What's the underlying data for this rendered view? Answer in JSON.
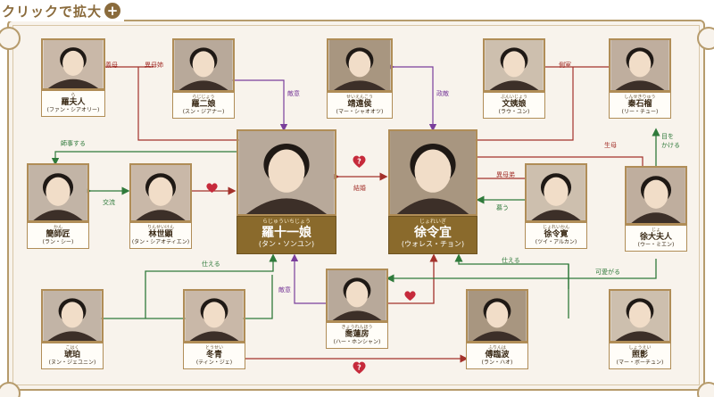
{
  "header": {
    "title": "クリックで拡大",
    "zoom_icon": "+"
  },
  "colors": {
    "red": "#a3312b",
    "green": "#2f7a3b",
    "purple": "#7a3e9b",
    "gold": "#b08d57",
    "frame": "#b69b6c"
  },
  "people": {
    "luo_furen": {
      "ruby": "ら",
      "name": "羅夫人",
      "reading": "(ファン・シアオリー)"
    },
    "luo_erniang": {
      "ruby": "らじじょう",
      "name": "羅二娘",
      "reading": "(スン・ジアナー)"
    },
    "jing_yuanhou": {
      "ruby": "せいえんこう",
      "name": "靖遠侯",
      "reading": "(マー・シャオオツ)"
    },
    "wen_yiniang": {
      "ruby": "ぶんいじょう",
      "name": "文姨娘",
      "reading": "(ラウ・ユン)"
    },
    "qin_shiliu": {
      "ruby": "しんせきりゅう",
      "name": "秦石榴",
      "reading": "(リー・チュー)"
    },
    "jian_shijiang": {
      "ruby": "かん",
      "name": "簡師匠",
      "reading": "(ラン・シー)"
    },
    "lin_shixian": {
      "ruby": "りんせいけん",
      "name": "林世顕",
      "reading": "(タン・シアオティエン)"
    },
    "luo_shiyiniang": {
      "ruby": "らじゅういちじょう",
      "name": "羅十一娘",
      "reading": "(タン・ソンユン)"
    },
    "xu_lingyi": {
      "ruby": "じょれいぎ",
      "name": "徐令宜",
      "reading": "(ウォレス・チョン)"
    },
    "xu_lingkuan": {
      "ruby": "じょれいかん",
      "name": "徐令寛",
      "reading": "(ツイ・アルカン)"
    },
    "xu_dafuren": {
      "ruby": "じょ",
      "name": "徐大夫人",
      "reading": "(ウー・ミエン)"
    },
    "hupo": {
      "ruby": "こはく",
      "name": "琥珀",
      "reading": "(ヌン・ジェユニン)"
    },
    "dongqing": {
      "ruby": "とうせい",
      "name": "冬青",
      "reading": "(ティン・ジェ)"
    },
    "qiao_lianfang": {
      "ruby": "きょうれんほう",
      "name": "喬蓮房",
      "reading": "(ハー・ホンシャン)"
    },
    "fu_linbo": {
      "ruby": "ふりんは",
      "name": "傅臨波",
      "reading": "(ラン・ハオ)"
    },
    "zhaoying": {
      "ruby": "しょうえい",
      "name": "照影",
      "reading": "(マー・ボーチュン)"
    }
  },
  "relations": {
    "mother": "義母",
    "half_sister": "異母姉",
    "hostile1": "敵意",
    "hostile2": "敵意",
    "enemy": "政敵",
    "concubine": "側室",
    "apprentice": "師事する",
    "exchange": "交流",
    "marriage": "結婚",
    "half_brother": "異母弟",
    "admire": "慕う",
    "birth_mother": "生母",
    "watch_over": "目を\nかける",
    "serve1": "仕える",
    "serve2": "仕える",
    "adore": "可愛がる"
  }
}
